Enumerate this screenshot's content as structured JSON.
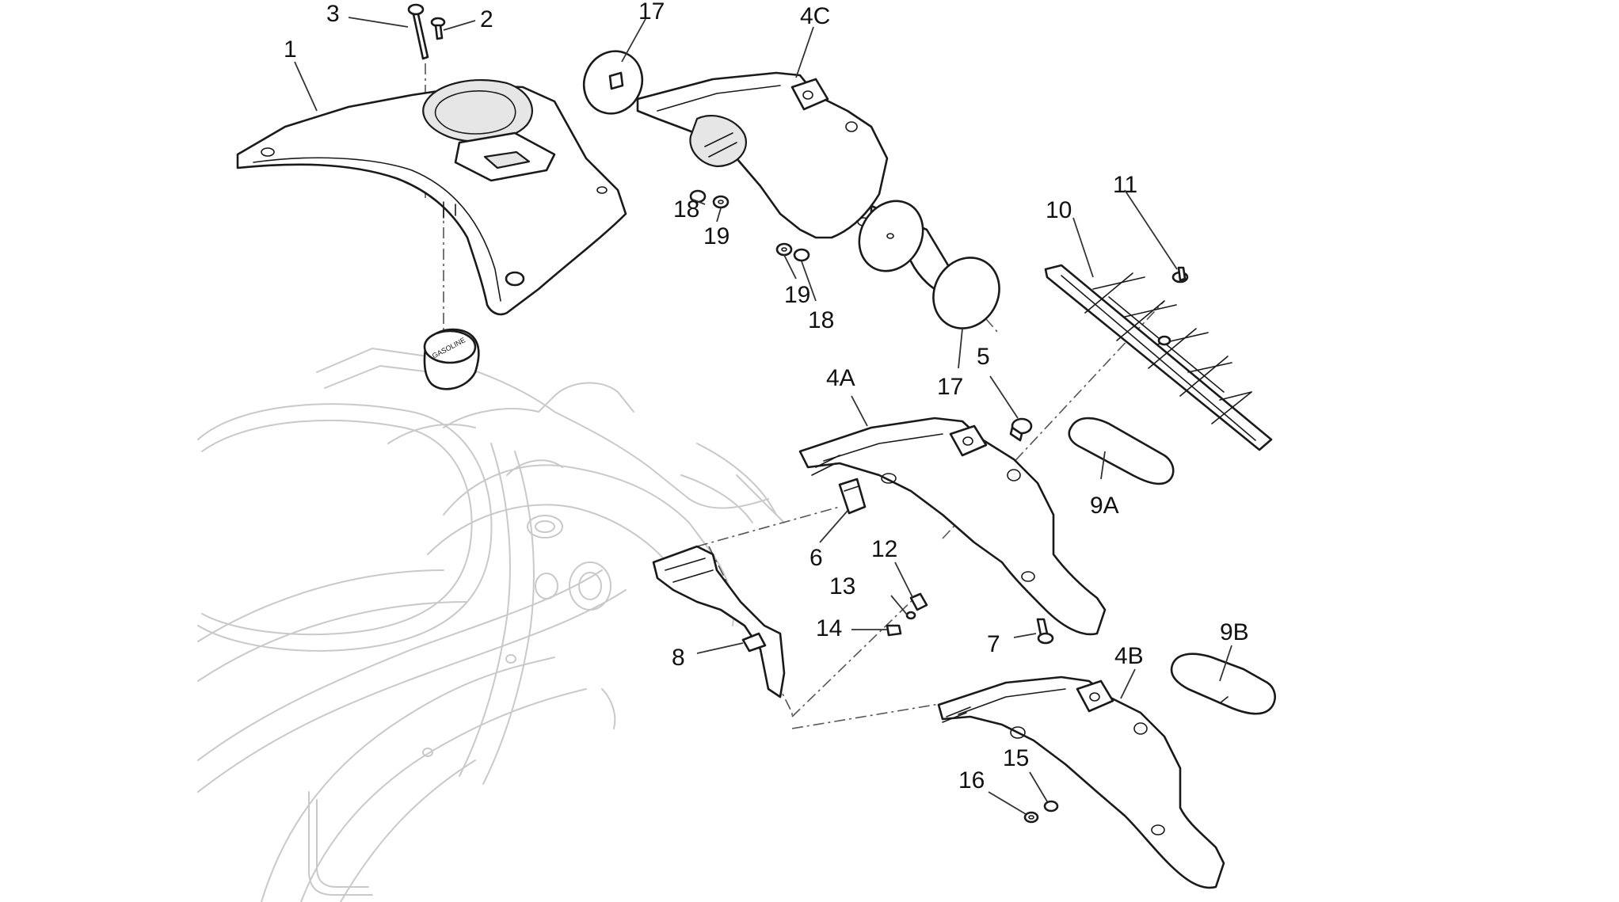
{
  "callouts": [
    {
      "id": "1",
      "text": "1"
    },
    {
      "id": "2",
      "text": "2"
    },
    {
      "id": "3",
      "text": "3"
    },
    {
      "id": "17a",
      "text": "17"
    },
    {
      "id": "4C",
      "text": "4C"
    },
    {
      "id": "18a",
      "text": "18"
    },
    {
      "id": "19a",
      "text": "19"
    },
    {
      "id": "19b",
      "text": "19"
    },
    {
      "id": "18b",
      "text": "18"
    },
    {
      "id": "17b",
      "text": "17"
    },
    {
      "id": "11",
      "text": "11"
    },
    {
      "id": "10",
      "text": "10"
    },
    {
      "id": "5",
      "text": "5"
    },
    {
      "id": "4A",
      "text": "4A"
    },
    {
      "id": "9A",
      "text": "9A"
    },
    {
      "id": "6",
      "text": "6"
    },
    {
      "id": "12",
      "text": "12"
    },
    {
      "id": "13",
      "text": "13"
    },
    {
      "id": "14",
      "text": "14"
    },
    {
      "id": "8",
      "text": "8"
    },
    {
      "id": "7",
      "text": "7"
    },
    {
      "id": "9B",
      "text": "9B"
    },
    {
      "id": "4B",
      "text": "4B"
    },
    {
      "id": "15",
      "text": "15"
    },
    {
      "id": "16",
      "text": "16"
    }
  ],
  "fuel_cap_text": "GASOLINE"
}
